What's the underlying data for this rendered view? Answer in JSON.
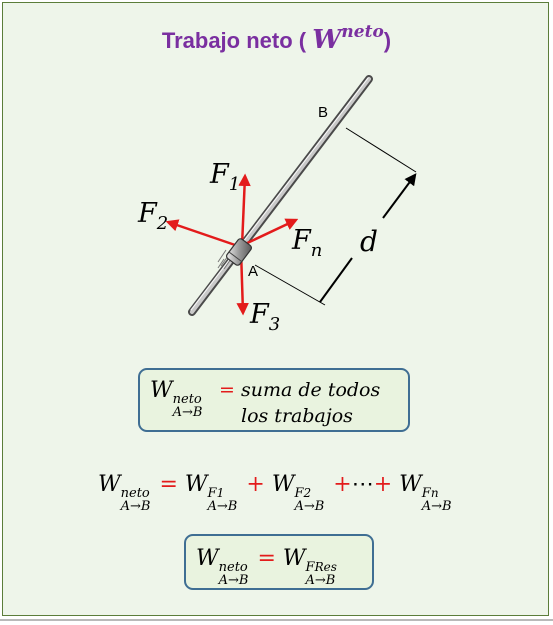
{
  "title": {
    "prefix": "Trabajo neto ( ",
    "symbol": "W",
    "superscript": "neto",
    "suffix": ")"
  },
  "labels": {
    "point_a": "A",
    "point_b": "B",
    "f1": "F",
    "f1_sub": "1",
    "f2": "F",
    "f2_sub": "2",
    "f3": "F",
    "f3_sub": "3",
    "fn": "F",
    "fn_sub": "n",
    "distance": "d"
  },
  "definition": {
    "w": "W",
    "sup": "neto",
    "sub": "A→B",
    "equals": "=",
    "line1": "suma de  todos",
    "line2": "los trabajos"
  },
  "sum_equation": {
    "lhs_w": "W",
    "lhs_sup": "neto",
    "lhs_sub": "A→B",
    "equals": "=",
    "t1_w": "W",
    "t1_sup": "F",
    "t1_supsub": "1",
    "t1_sub": "A→B",
    "plus1": "+",
    "t2_w": "W",
    "t2_sup": "F",
    "t2_supsub": "2",
    "t2_sub": "A→B",
    "plus2": "+",
    "dots": "⋯",
    "plus3": "+",
    "t3_w": "W",
    "t3_sup": "F",
    "t3_supsub": "n",
    "t3_sub": "A→B"
  },
  "resultant_equation": {
    "lhs_w": "W",
    "lhs_sup": "neto",
    "lhs_sub": "A→B",
    "equals": "=",
    "rhs_w": "W",
    "rhs_sup": "F",
    "rhs_supsub": "Res",
    "rhs_sub": "A→B"
  },
  "colors": {
    "title": "#7a2fa0",
    "force_arrows": "#e31b1b",
    "box_border": "#3f6e93",
    "background": "#eef5ea"
  }
}
